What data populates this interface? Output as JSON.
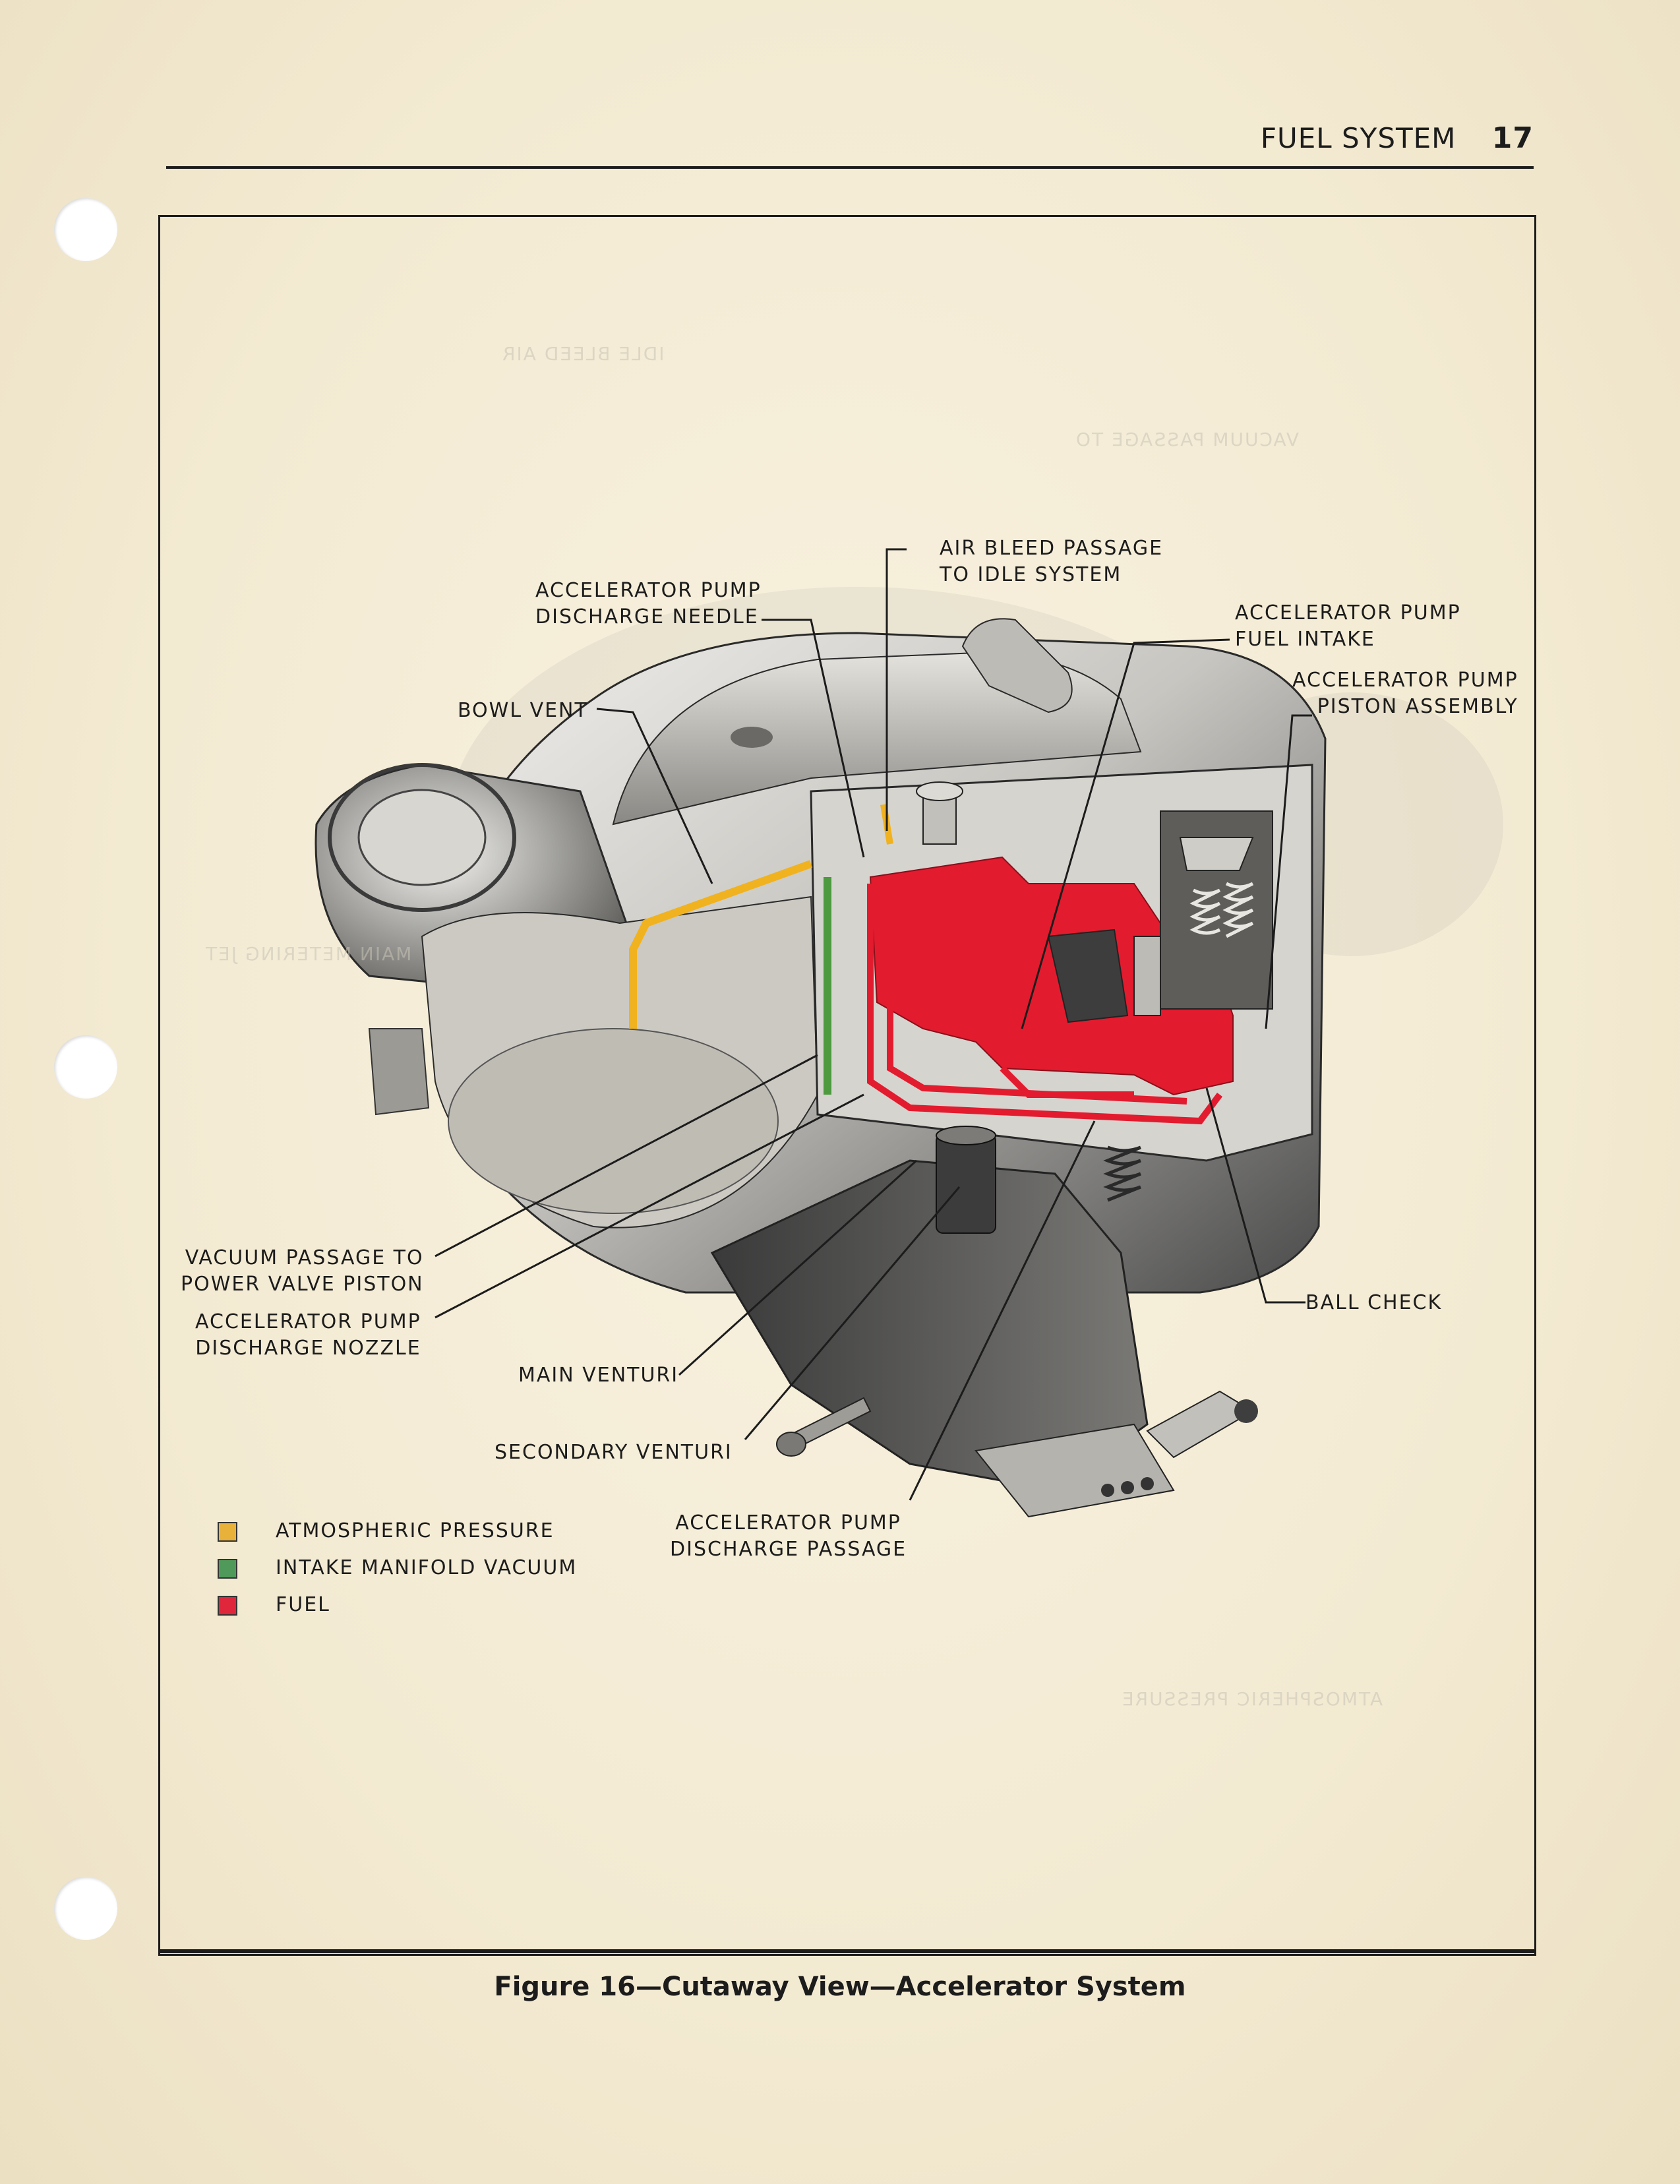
{
  "header": {
    "section": "FUEL SYSTEM",
    "page_number": "17"
  },
  "figure": {
    "caption": "Figure 16—Cutaway View—Accelerator System",
    "labels": {
      "air_bleed": [
        "AIR BLEED PASSAGE",
        "TO IDLE SYSTEM"
      ],
      "pump_discharge_needle": [
        "ACCELERATOR PUMP",
        "DISCHARGE NEEDLE"
      ],
      "pump_fuel_intake": [
        "ACCELERATOR PUMP",
        "FUEL INTAKE"
      ],
      "pump_piston_assembly": [
        "ACCELERATOR PUMP",
        "PISTON ASSEMBLY"
      ],
      "bowl_vent": "BOWL VENT",
      "ball_check": "BALL CHECK",
      "vacuum_passage": [
        "VACUUM PASSAGE TO",
        "POWER VALVE PISTON"
      ],
      "pump_discharge_nozzle": [
        "ACCELERATOR PUMP",
        "DISCHARGE NOZZLE"
      ],
      "main_venturi": "MAIN VENTURI",
      "secondary_venturi": "SECONDARY VENTURI",
      "pump_discharge_passage": [
        "ACCELERATOR PUMP",
        "DISCHARGE PASSAGE"
      ]
    },
    "legend": [
      {
        "label": "ATMOSPHERIC PRESSURE",
        "color": "#e8b23a"
      },
      {
        "label": "INTAKE MANIFOLD VACUUM",
        "color": "#4f9a5a"
      },
      {
        "label": "FUEL",
        "color": "#e0263a"
      }
    ]
  },
  "colors": {
    "fuel": "#e31b2f",
    "atmospheric": "#f0b21e",
    "vacuum": "#4d9a3f",
    "metal_light": "#d9d7d2",
    "metal_dark": "#5a5a5a",
    "ink": "#1c1c1c"
  }
}
